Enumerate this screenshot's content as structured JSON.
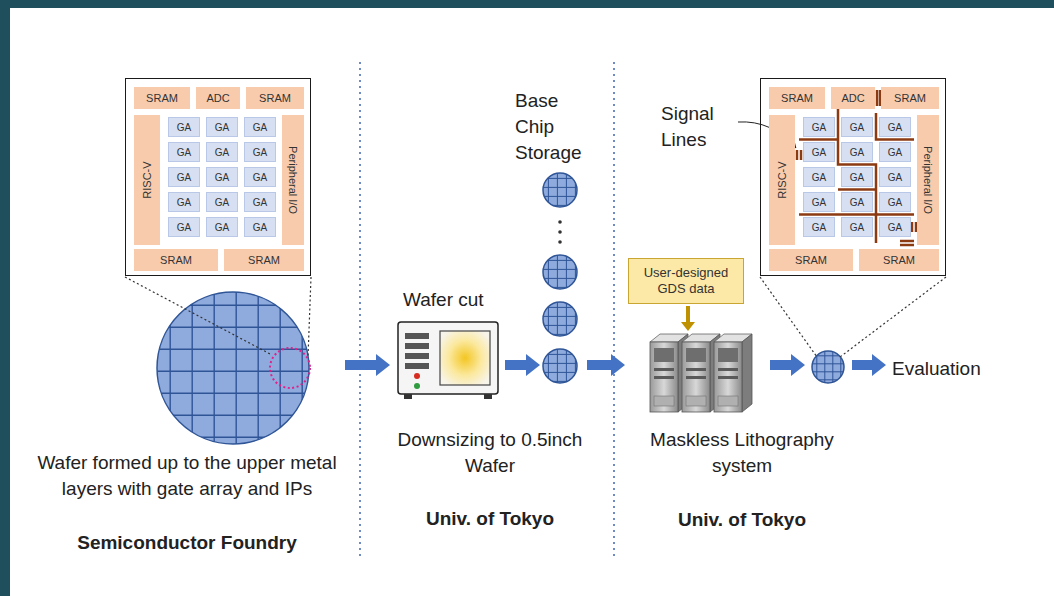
{
  "diagram": {
    "nodes": [
      {
        "text": []
      },
      {
        "text": [
          "SRAM"
        ],
        "in": 0
      },
      {
        "text": [
          "ADC"
        ],
        "in": 0
      },
      {
        "text": [
          "SRAM"
        ],
        "in": 0
      },
      {
        "text": [
          "RISC-V"
        ],
        "in": 0
      },
      {
        "text": [
          "GA"
        ],
        "in": 0
      },
      {
        "text": [
          "GA"
        ],
        "in": 0
      },
      {
        "text": [
          "GA"
        ],
        "in": 0
      },
      {
        "text": [
          "GA"
        ],
        "in": 0
      },
      {
        "text": [
          "GA"
        ],
        "in": 0
      },
      {
        "text": [
          "GA"
        ],
        "in": 0
      },
      {
        "text": [
          "GA"
        ],
        "in": 0
      },
      {
        "text": [
          "GA"
        ],
        "in": 0
      },
      {
        "text": [
          "GA"
        ],
        "in": 0
      },
      {
        "text": [
          "GA"
        ],
        "in": 0
      },
      {
        "text": [
          "GA"
        ],
        "in": 0
      },
      {
        "text": [
          "GA"
        ],
        "in": 0
      },
      {
        "text": [
          "GA"
        ],
        "in": 0
      },
      {
        "text": [
          "GA"
        ],
        "in": 0
      },
      {
        "text": [
          "GA"
        ],
        "in": 0
      },
      {
        "text": [
          "Peripheral I/O"
        ],
        "in": 0
      },
      {
        "text": [
          "SRAM"
        ],
        "in": 0
      },
      {
        "text": [
          "SRAM"
        ],
        "in": 0
      },
      {
        "text": [
          "User-designed GDS data"
        ]
      },
      {
        "text": []
      },
      {
        "text": [
          "SRAM"
        ],
        "in": 24
      },
      {
        "text": [
          "ADC"
        ],
        "in": 24
      },
      {
        "text": [
          "SRAM"
        ],
        "in": 24
      },
      {
        "text": [
          "RISC-V"
        ],
        "in": 24
      },
      {
        "text": [
          "GA"
        ],
        "in": 24
      },
      {
        "text": [
          "GA"
        ],
        "in": 24
      },
      {
        "text": [
          "GA"
        ],
        "in": 24
      },
      {
        "text": [
          "GA"
        ],
        "in": 24
      },
      {
        "text": [
          "GA"
        ],
        "in": 24
      },
      {
        "text": [
          "GA"
        ],
        "in": 24
      },
      {
        "text": [
          "GA"
        ],
        "in": 24
      },
      {
        "text": [
          "GA"
        ],
        "in": 24
      },
      {
        "text": [
          "GA"
        ],
        "in": 24
      },
      {
        "text": [
          "GA"
        ],
        "in": 24
      },
      {
        "text": [
          "GA"
        ],
        "in": 24
      },
      {
        "text": [
          "GA"
        ],
        "in": 24
      },
      {
        "text": [
          "GA"
        ],
        "in": 24
      },
      {
        "text": [
          "GA"
        ],
        "in": 24
      },
      {
        "text": [
          "GA"
        ],
        "in": 24
      },
      {
        "text": [
          "Peripheral I/O"
        ],
        "in": 24
      },
      {
        "text": [
          "SRAM"
        ],
        "in": 24
      },
      {
        "text": [
          "SRAM"
        ],
        "in": 24
      }
    ],
    "labels": [
      "Wafer formed up to the upper metal layers with gate array and IPs",
      "Semiconductor Foundry",
      "Wafer cut",
      "Base Chip Storage",
      "Downsizing to 0.5inch Wafer",
      "Univ. of Tokyo",
      "Signal Lines",
      "Maskless Lithography system",
      "Univ. of Tokyo",
      "Evaluation"
    ]
  }
}
